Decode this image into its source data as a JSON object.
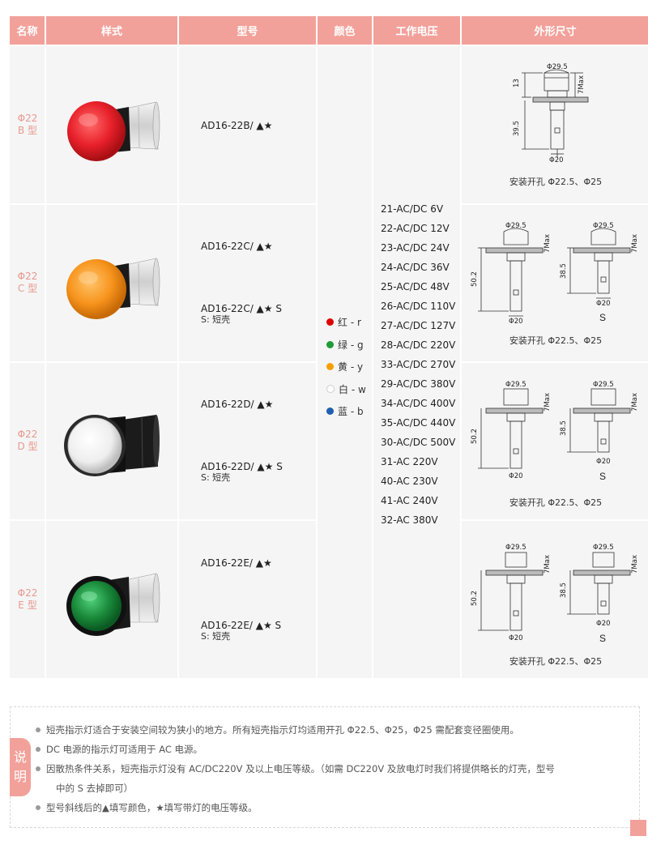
{
  "headers": [
    "名称",
    "样式",
    "型号",
    "颜色",
    "工作电压",
    "外形尺寸"
  ],
  "rows": [
    {
      "name": [
        "Φ22",
        "B 型"
      ],
      "models": [
        {
          "code": "AD16-22B/ ▲★",
          "note": ""
        }
      ],
      "lamp_color": "#e8202a"
    },
    {
      "name": [
        "Φ22",
        "C 型"
      ],
      "models": [
        {
          "code": "AD16-22C/ ▲★",
          "note": ""
        },
        {
          "code": "AD16-22C/ ▲★ S",
          "note": "S: 短壳"
        }
      ],
      "lamp_color": "#f7941d"
    },
    {
      "name": [
        "Φ22",
        "D 型"
      ],
      "models": [
        {
          "code": "AD16-22D/ ▲★",
          "note": ""
        },
        {
          "code": "AD16-22D/ ▲★ S",
          "note": "S: 短壳"
        }
      ],
      "lamp_color": "#f2f2f2"
    },
    {
      "name": [
        "Φ22",
        "E 型"
      ],
      "models": [
        {
          "code": "AD16-22E/ ▲★",
          "note": ""
        },
        {
          "code": "AD16-22E/ ▲★ S",
          "note": "S: 短壳"
        }
      ],
      "lamp_color": "#1a8a3a"
    }
  ],
  "colors": [
    {
      "label": "红 - r",
      "hex": "#e00000"
    },
    {
      "label": "绿 - g",
      "hex": "#1f9b3a"
    },
    {
      "label": "黄 - y",
      "hex": "#f5a000"
    },
    {
      "label": "白 - w",
      "hex": "#ffffff"
    },
    {
      "label": "蓝 - b",
      "hex": "#1f5fb0"
    }
  ],
  "voltages": [
    "21-AC/DC 6V",
    "22-AC/DC 12V",
    "23-AC/DC 24V",
    "24-AC/DC 36V",
    "25-AC/DC 48V",
    "26-AC/DC 110V",
    "27-AC/DC 127V",
    "28-AC/DC 220V",
    "33-AC/DC 270V",
    "29-AC/DC 380V",
    "34-AC/DC 400V",
    "35-AC/DC 440V",
    "30-AC/DC 500V",
    "31-AC 220V",
    "40-AC 230V",
    "41-AC 240V",
    "32-AC 380V"
  ],
  "mounting_caption": "安装开孔 Φ22.5、Φ25",
  "dimensions": {
    "d_top": "Φ29.5",
    "d_bottom": "Φ20",
    "max": "7Max",
    "h13": "13",
    "h39": "39.5",
    "h50": "50.2",
    "h38": "38.5",
    "short_label": "S"
  },
  "notes_tag": [
    "说",
    "明"
  ],
  "notes": [
    "短壳指示灯适合于安装空间较为狭小的地方。所有短壳指示灯均适用开孔 Φ22.5、Φ25，Φ25 需配套变径圈使用。",
    "DC 电源的指示灯可适用于 AC 电源。",
    "因散热条件关系，短壳指示灯没有 AC/DC220V 及以上电压等级。（如需 DC220V 及放电灯时我们将提供略长的灯壳，型号",
    "型号斜线后的▲填写颜色，★填写带灯的电压等级。"
  ],
  "note_continuation": "中的 S 去掉即可）"
}
